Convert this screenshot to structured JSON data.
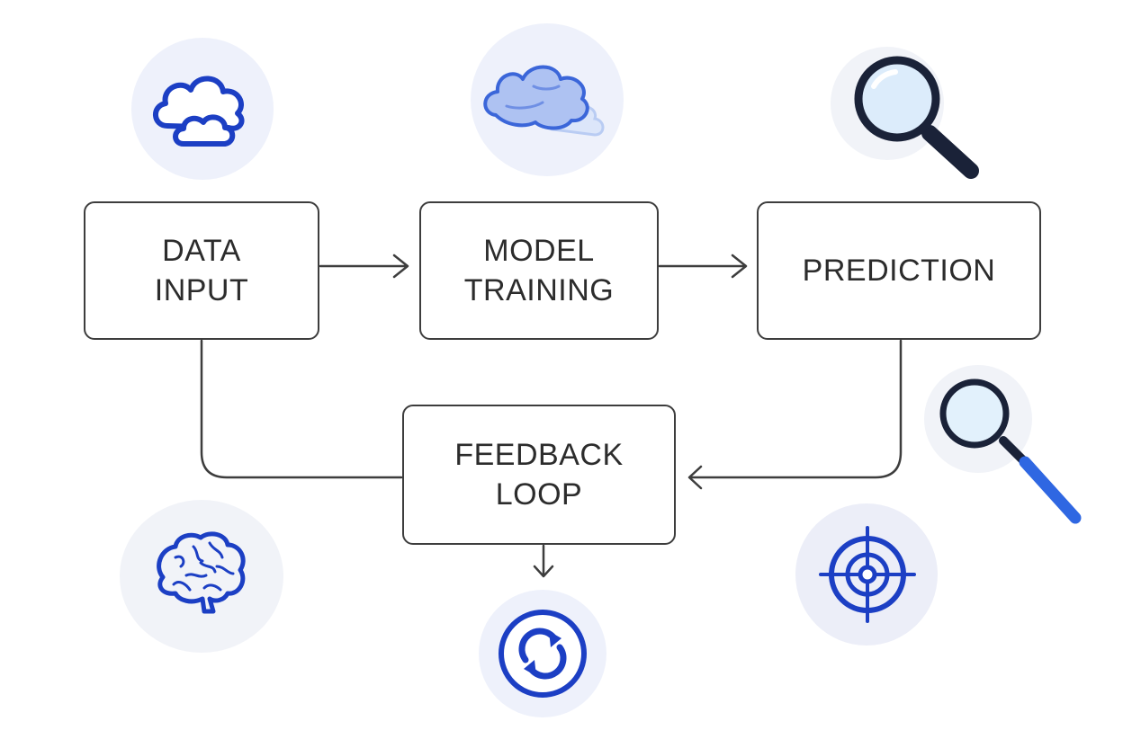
{
  "nodes": {
    "data_input": "DATA\nINPUT",
    "model_training": "MODEL\nTRAINING",
    "prediction": "PREDICTION",
    "feedback_loop": "FEEDBACK\nLOOP"
  },
  "icons": [
    "cloud-icon",
    "cloud-icon",
    "magnifying-glass-icon",
    "magnifying-glass-icon",
    "brain-icon",
    "refresh-icon",
    "target-icon"
  ],
  "colors": {
    "accent": "#1c3fc4",
    "accent_light": "#9db4f0",
    "lens_fill": "#dcecfb",
    "disc": "#eef1fb",
    "box_border": "#3d3d3d",
    "text": "#2c2c2c"
  }
}
